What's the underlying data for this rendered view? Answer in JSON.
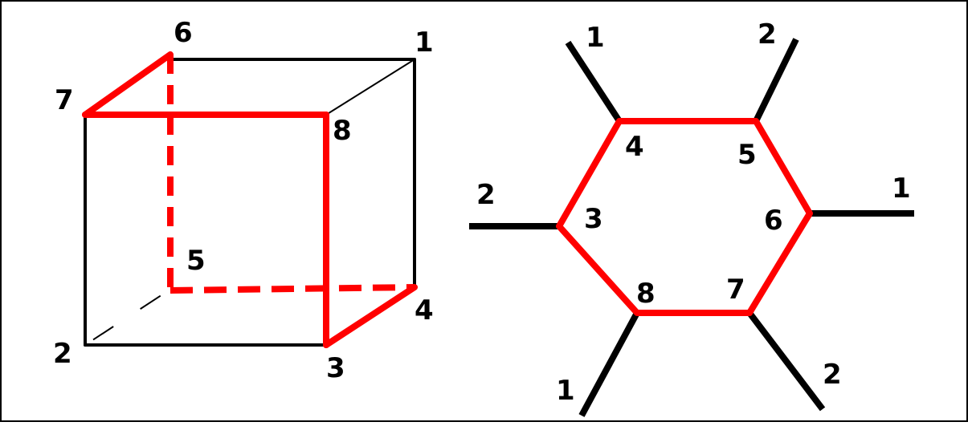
{
  "colors": {
    "cycle": "#ff0000",
    "edge": "#000000",
    "background": "#ffffff",
    "border": "#000000"
  },
  "cube": {
    "vertex_labels": {
      "v1": "1",
      "v2": "2",
      "v3": "3",
      "v4": "4",
      "v5": "5",
      "v6": "6",
      "v7": "7",
      "v8": "8"
    }
  },
  "hexagon": {
    "vertex_labels": {
      "h3": "3",
      "h4": "4",
      "h5": "5",
      "h6": "6",
      "h7": "7",
      "h8": "8"
    },
    "stub_labels": {
      "s4": "1",
      "s5": "2",
      "s6": "1",
      "s7": "2",
      "s8": "1",
      "s3": "2"
    }
  }
}
